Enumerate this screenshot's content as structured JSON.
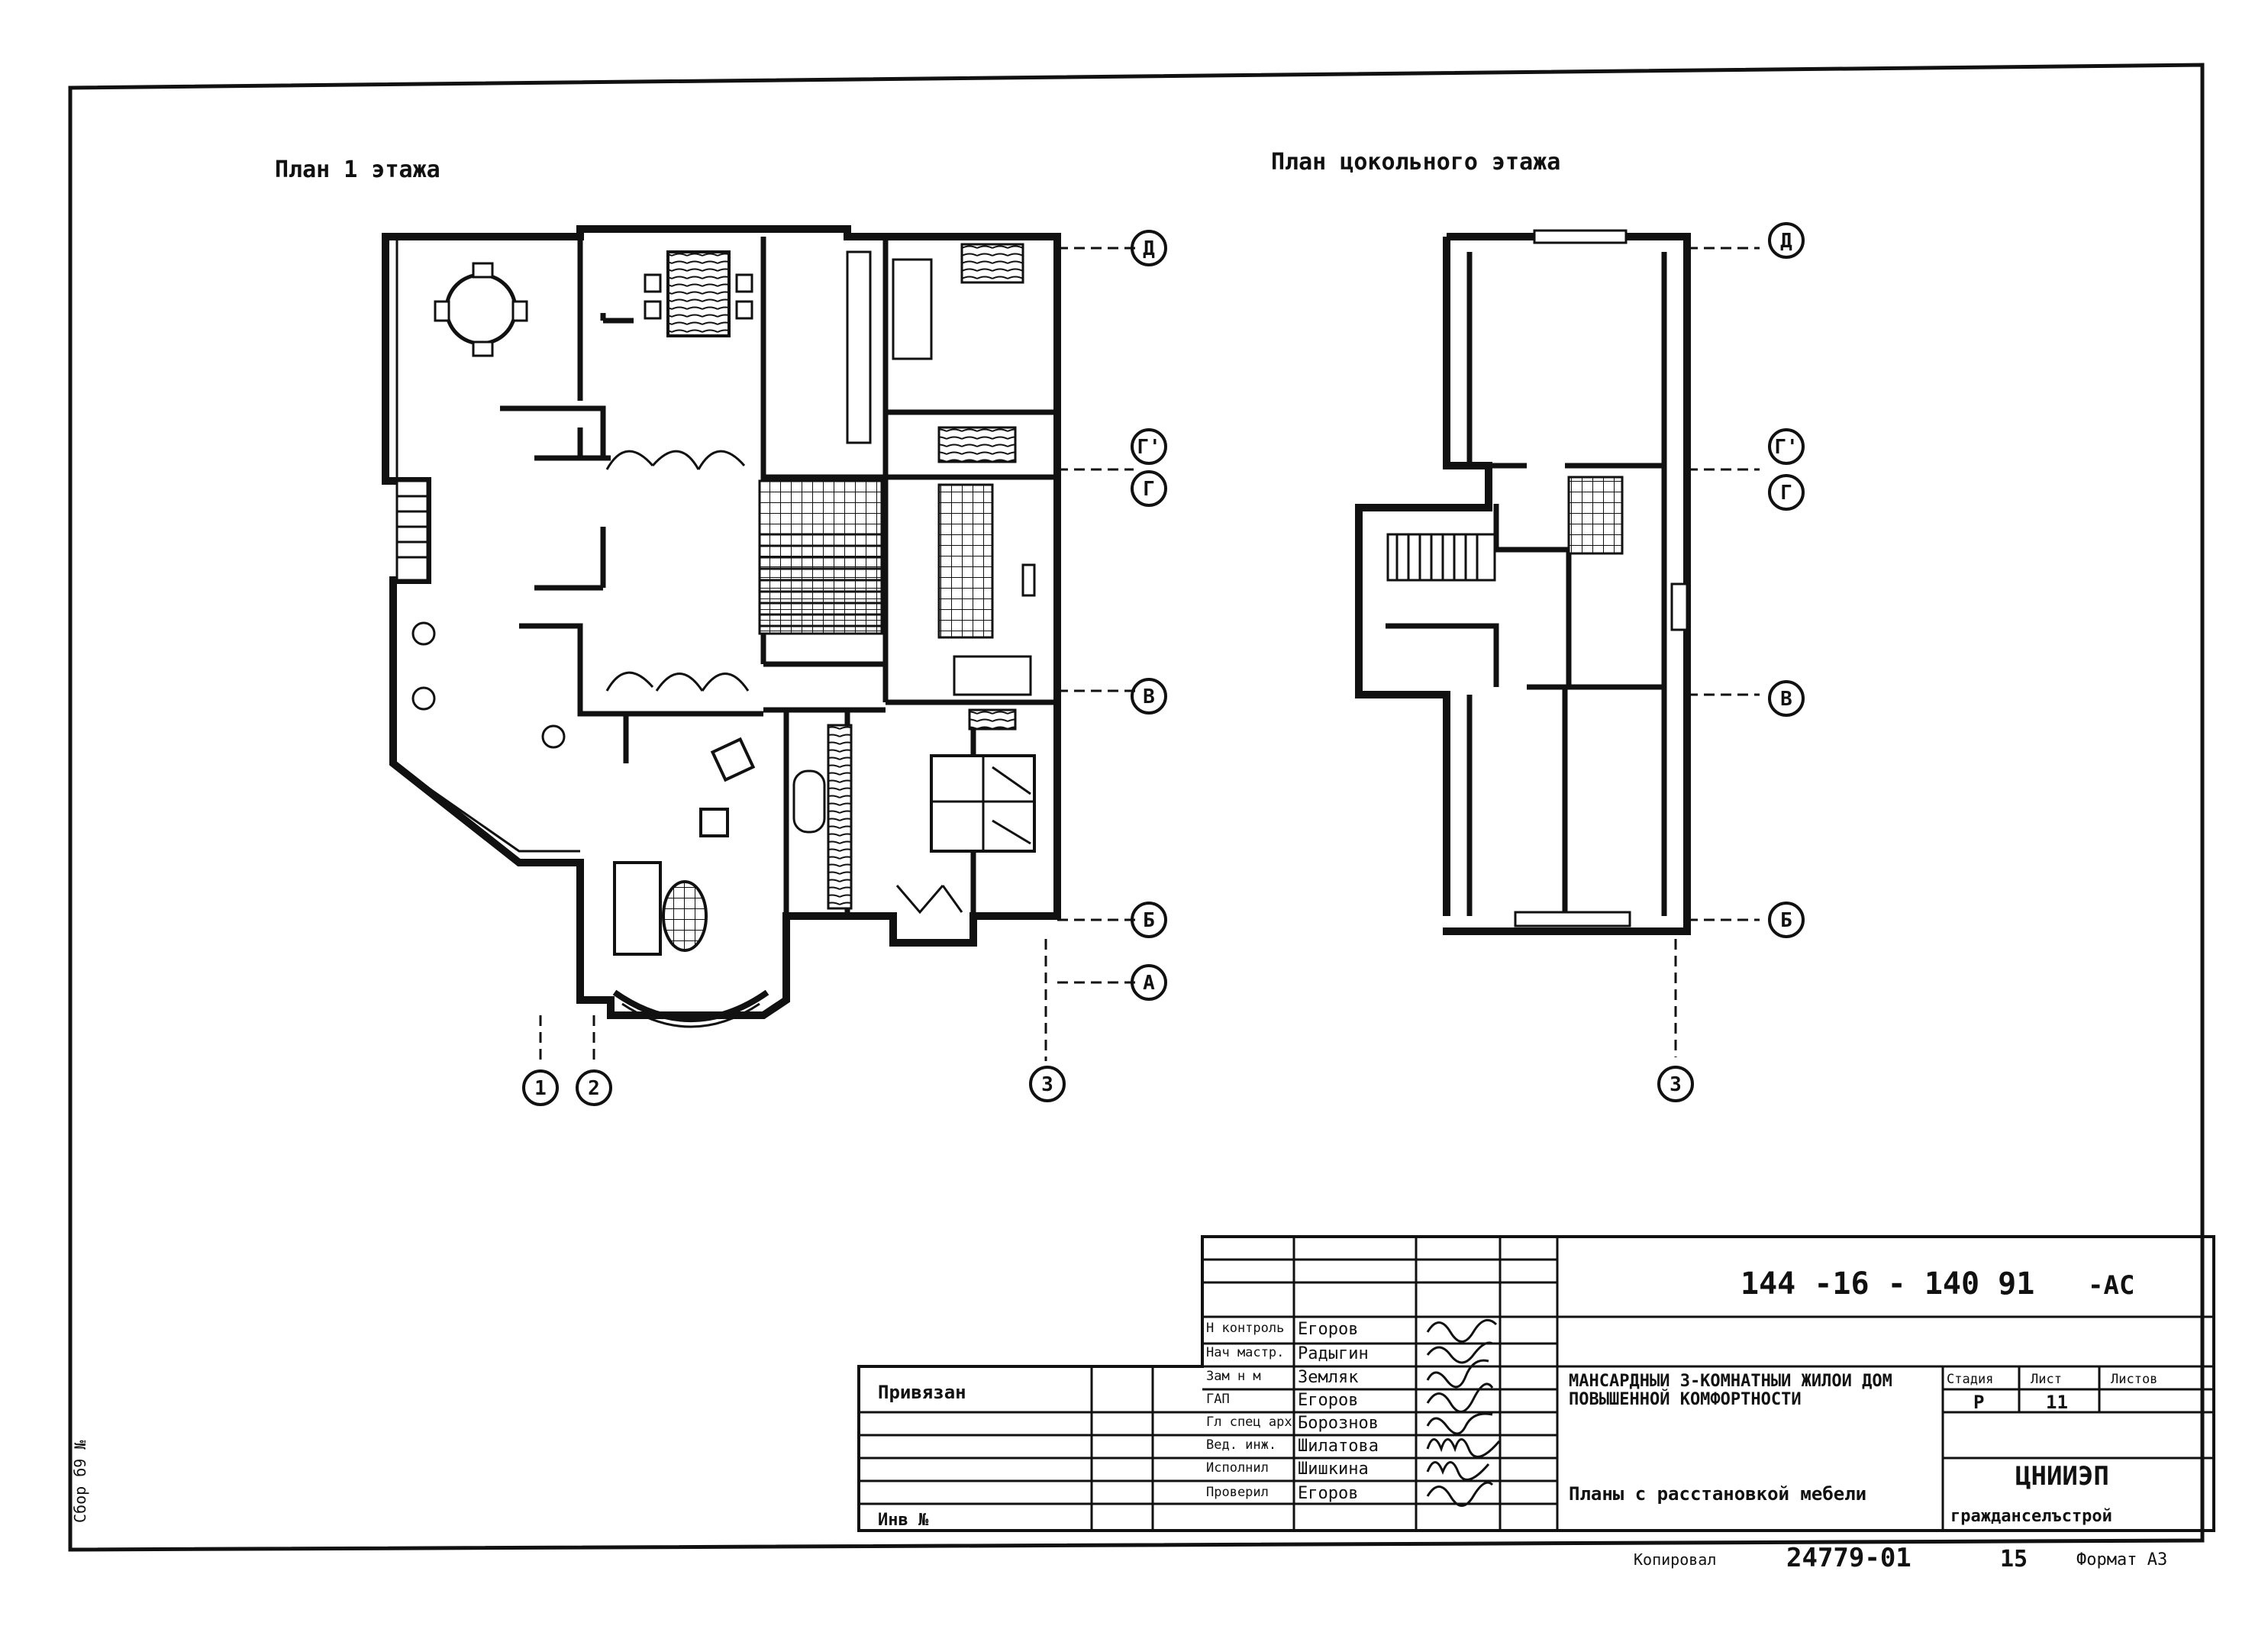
{
  "drawing": {
    "plan_first_floor_title": "План 1 этажа",
    "plan_basement_title": "План цокольного этажа",
    "axes_first": {
      "rows": [
        "Д",
        "Г'",
        "Г",
        "В",
        "Б",
        "А"
      ],
      "cols": [
        "1",
        "2",
        "3"
      ]
    },
    "axes_basement": {
      "rows": [
        "Д",
        "Г'",
        "Г",
        "В",
        "Б"
      ],
      "cols": [
        "3"
      ]
    },
    "margin_note": "Сбор б9 №"
  },
  "title_block": {
    "doc_code": "144 -16 - 140 91",
    "doc_suffix": "-АС",
    "bound_label": "Привязан",
    "inv_label": "Инв №",
    "staff": [
      {
        "role": "Н контроль",
        "name": "Егоров"
      },
      {
        "role": "Нач мастр.",
        "name": "Радыгин"
      },
      {
        "role": "Зам н м",
        "name": "Земляк"
      },
      {
        "role": "ГАП",
        "name": "Егоров"
      },
      {
        "role": "Гл спец арх",
        "name": "Борознов"
      },
      {
        "role": "Вед. инж.",
        "name": "Шилатова"
      },
      {
        "role": "Исполнил",
        "name": "Шишкина"
      },
      {
        "role": "Проверил",
        "name": "Егоров"
      }
    ],
    "project_title": "Мансардный 3-комнатный жилой дом повышенной комфортности",
    "sheet_title": "Планы с расстановкой мебели",
    "stage_header": "Стадия",
    "sheet_header": "Лист",
    "sheets_header": "Листов",
    "stage_value": "Р",
    "sheet_value": "11",
    "org_name": "ЦНИИЭП",
    "org_sub": "гражданселъстрой",
    "copy_label": "Копировал",
    "copy_number": "24779-01",
    "copy_page": "15",
    "format_label": "Формат А3"
  }
}
